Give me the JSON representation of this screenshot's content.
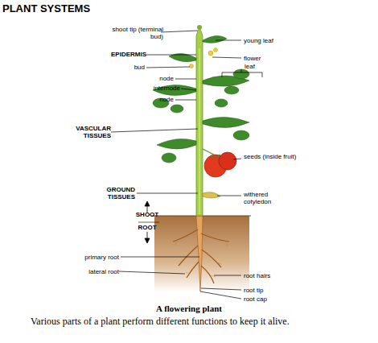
{
  "diagram": {
    "title": "PLANT SYSTEMS",
    "caption": "A flowering plant",
    "labels": [
      "shoot tip (terminal bud)",
      "EPIDERMIS",
      "bud",
      "node",
      "internode",
      "node",
      "VASCULAR TISSUES",
      "GROUND TISSUES",
      "SHOOT",
      "ROOT",
      "primary root",
      "lateral root",
      "young leaf",
      "flower",
      "leaf",
      "seeds (inside fruit)",
      "withered cotyledon",
      "root hairs",
      "root tip",
      "root cap",
      "Various  parts of a plant perform different functions to keep it alive."
    ]
  }
}
